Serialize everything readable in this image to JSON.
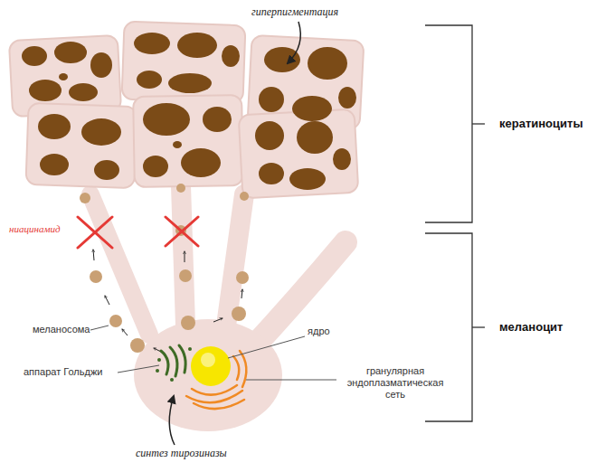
{
  "diagram": {
    "labels": [
      "гиперпигментация",
      "кератиноциты",
      "ниацинамид",
      "меланоцит",
      "меланосома",
      "ядро",
      "аппарат Гольджи",
      "гранулярная эндоплазматическая сеть",
      "синтез тирозиназы"
    ]
  }
}
